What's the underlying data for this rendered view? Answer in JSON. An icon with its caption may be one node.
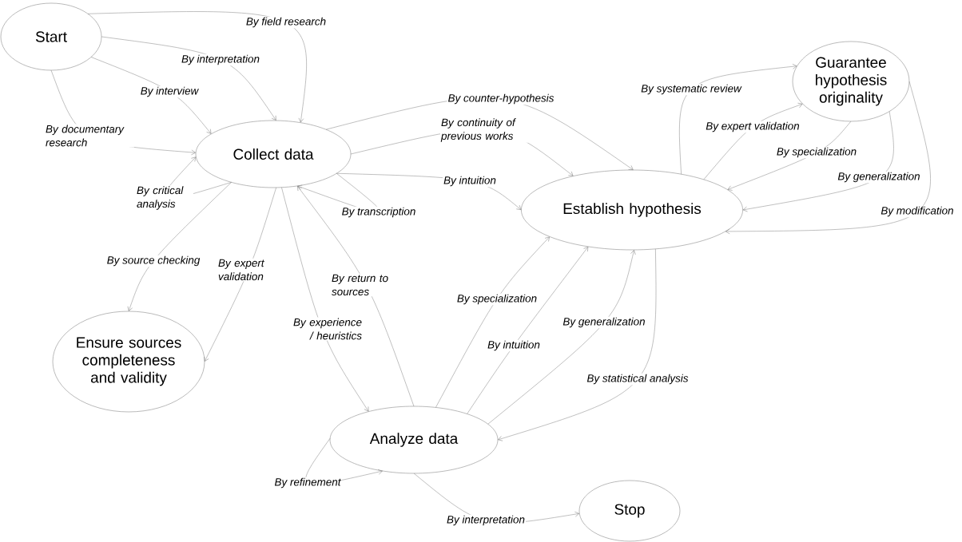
{
  "diagram": {
    "nodes": [
      {
        "text": [
          "Start"
        ]
      },
      {
        "text": [
          "Collect data"
        ]
      },
      {
        "text": [
          "Establish hypothesis"
        ]
      },
      {
        "text": [
          "Guarantee hypothesis originality"
        ]
      },
      {
        "text": [
          "Ensure sources completeness and validity"
        ]
      },
      {
        "text": [
          "Analyze data"
        ]
      },
      {
        "text": [
          "Stop"
        ]
      }
    ],
    "edges": [
      {
        "from": 0,
        "to": 1,
        "arrow": "to",
        "label": "By field research"
      },
      {
        "from": 0,
        "to": 1,
        "arrow": "to",
        "label": "By interpretation"
      },
      {
        "from": 0,
        "to": 1,
        "arrow": "to",
        "label": "By interview"
      },
      {
        "from": 0,
        "to": 1,
        "arrow": "to",
        "label": "By documentary research"
      },
      {
        "from": 1,
        "to": 1,
        "arrow": "to",
        "label": "By critical analysis"
      },
      {
        "from": 1,
        "to": 1,
        "arrow": "to",
        "label": "By transcription"
      },
      {
        "from": 1,
        "to": 4,
        "arrow": "to",
        "label": "By source checking"
      },
      {
        "from": 1,
        "to": 4,
        "arrow": "to",
        "label": "By expert validation"
      },
      {
        "from": 1,
        "to": 5,
        "arrow": "to",
        "label": "By experience / heuristics"
      },
      {
        "from": 5,
        "to": 1,
        "arrow": "to",
        "label": "By return to sources"
      },
      {
        "from": 1,
        "to": 2,
        "arrow": "to",
        "label": "By counter-hypothesis"
      },
      {
        "from": 1,
        "to": 2,
        "arrow": "to",
        "label": "By continuity of previous works"
      },
      {
        "from": 1,
        "to": 2,
        "arrow": "to",
        "label": "By intuition"
      },
      {
        "from": 2,
        "to": 3,
        "arrow": "to",
        "label": "By systematic review"
      },
      {
        "from": 2,
        "to": 3,
        "arrow": "to",
        "label": "By expert validation"
      },
      {
        "from": 3,
        "to": 2,
        "arrow": "to",
        "label": "By specialization"
      },
      {
        "from": 3,
        "to": 2,
        "arrow": "to",
        "label": "By generalization"
      },
      {
        "from": 3,
        "to": 2,
        "arrow": "to",
        "label": "By modification"
      },
      {
        "from": 5,
        "to": 2,
        "arrow": "to",
        "label": "By specialization"
      },
      {
        "from": 5,
        "to": 2,
        "arrow": "to",
        "label": "By intuition"
      },
      {
        "from": 5,
        "to": 2,
        "arrow": "to",
        "label": "By generalization"
      },
      {
        "from": 2,
        "to": 5,
        "arrow": "to",
        "label": "By statistical analysis"
      },
      {
        "from": 5,
        "to": 5,
        "arrow": "to",
        "label": "By refinement"
      },
      {
        "from": 5,
        "to": 6,
        "arrow": "to",
        "label": "By interpretation"
      }
    ]
  }
}
